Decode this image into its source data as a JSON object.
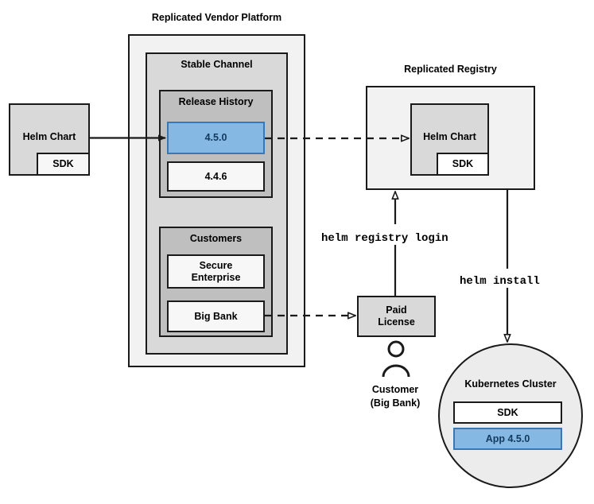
{
  "diagram": {
    "title_labels": {
      "vendor_platform": "Replicated Vendor Platform",
      "replicated_registry": "Replicated Registry"
    },
    "left_helm_chart": {
      "label": "Helm Chart",
      "sdk_label": "SDK"
    },
    "vendor_platform": {
      "stable_channel": {
        "title": "Stable Channel",
        "release_history": {
          "title": "Release History",
          "releases": [
            {
              "version": "4.5.0",
              "highlighted": true
            },
            {
              "version": "4.4.6",
              "highlighted": false
            }
          ]
        },
        "customers": {
          "title": "Customers",
          "entries": [
            {
              "name": "Secure\nEnterprise"
            },
            {
              "name": "Big Bank"
            }
          ],
          "entry_line1": "Secure",
          "entry_line2": "Enterprise",
          "entry2": "Big Bank"
        }
      }
    },
    "registry": {
      "helm_chart_label": "Helm Chart",
      "sdk_label": "SDK"
    },
    "paid_license": {
      "line1": "Paid",
      "line2": "License"
    },
    "customer": {
      "line1": "Customer",
      "line2": "(Big Bank)"
    },
    "commands": {
      "registry_login": "helm registry login",
      "install": "helm install"
    },
    "kubernetes_cluster": {
      "title": "Kubernetes Cluster",
      "items": [
        {
          "label": "SDK",
          "highlighted": false
        },
        {
          "label": "App 4.5.0",
          "highlighted": true
        }
      ]
    },
    "colors": {
      "highlight_fill": "#85b9e3",
      "highlight_stroke": "#3a78b5",
      "highlight_text": "#123a5e",
      "stroke": "#1a1a1a"
    }
  }
}
